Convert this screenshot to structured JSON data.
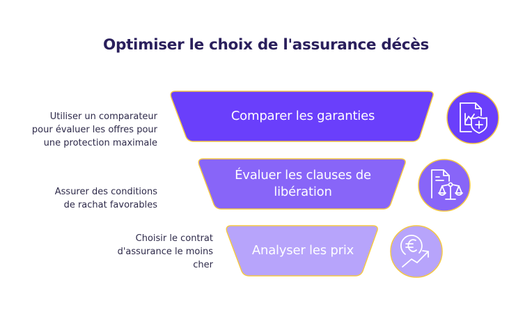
{
  "title": "Optimiser le choix de l'assurance décès",
  "colors": {
    "title": "#2a1f5c",
    "description_text": "#2e2a4a",
    "stage_1_fill": "#6a3ffb",
    "stage_2_fill": "#8865f8",
    "stage_3_fill": "#b7a4fb",
    "border_accent": "#f5c842",
    "icon_stroke": "#ffffff"
  },
  "stages": [
    {
      "label": "Comparer les garanties",
      "description": "Utiliser un comparateur pour évaluer les offres pour une protection maximale",
      "description_lines": [
        "Utiliser un comparateur",
        "pour évaluer les offres pour",
        "une protection maximale"
      ],
      "icon": "document-chart-shield-icon"
    },
    {
      "label": "Évaluer les clauses de libération",
      "label_lines": [
        "Évaluer les clauses de",
        "libération"
      ],
      "description": "Assurer des conditions de rachat favorables",
      "description_lines": [
        "Assurer des conditions",
        "de rachat favorables"
      ],
      "icon": "document-scales-icon"
    },
    {
      "label": "Analyser les prix",
      "description": "Choisir le contrat d'assurance le moins cher",
      "description_lines": [
        "Choisir le contrat",
        "d'assurance le moins",
        "cher"
      ],
      "icon": "euro-trend-up-icon"
    }
  ]
}
